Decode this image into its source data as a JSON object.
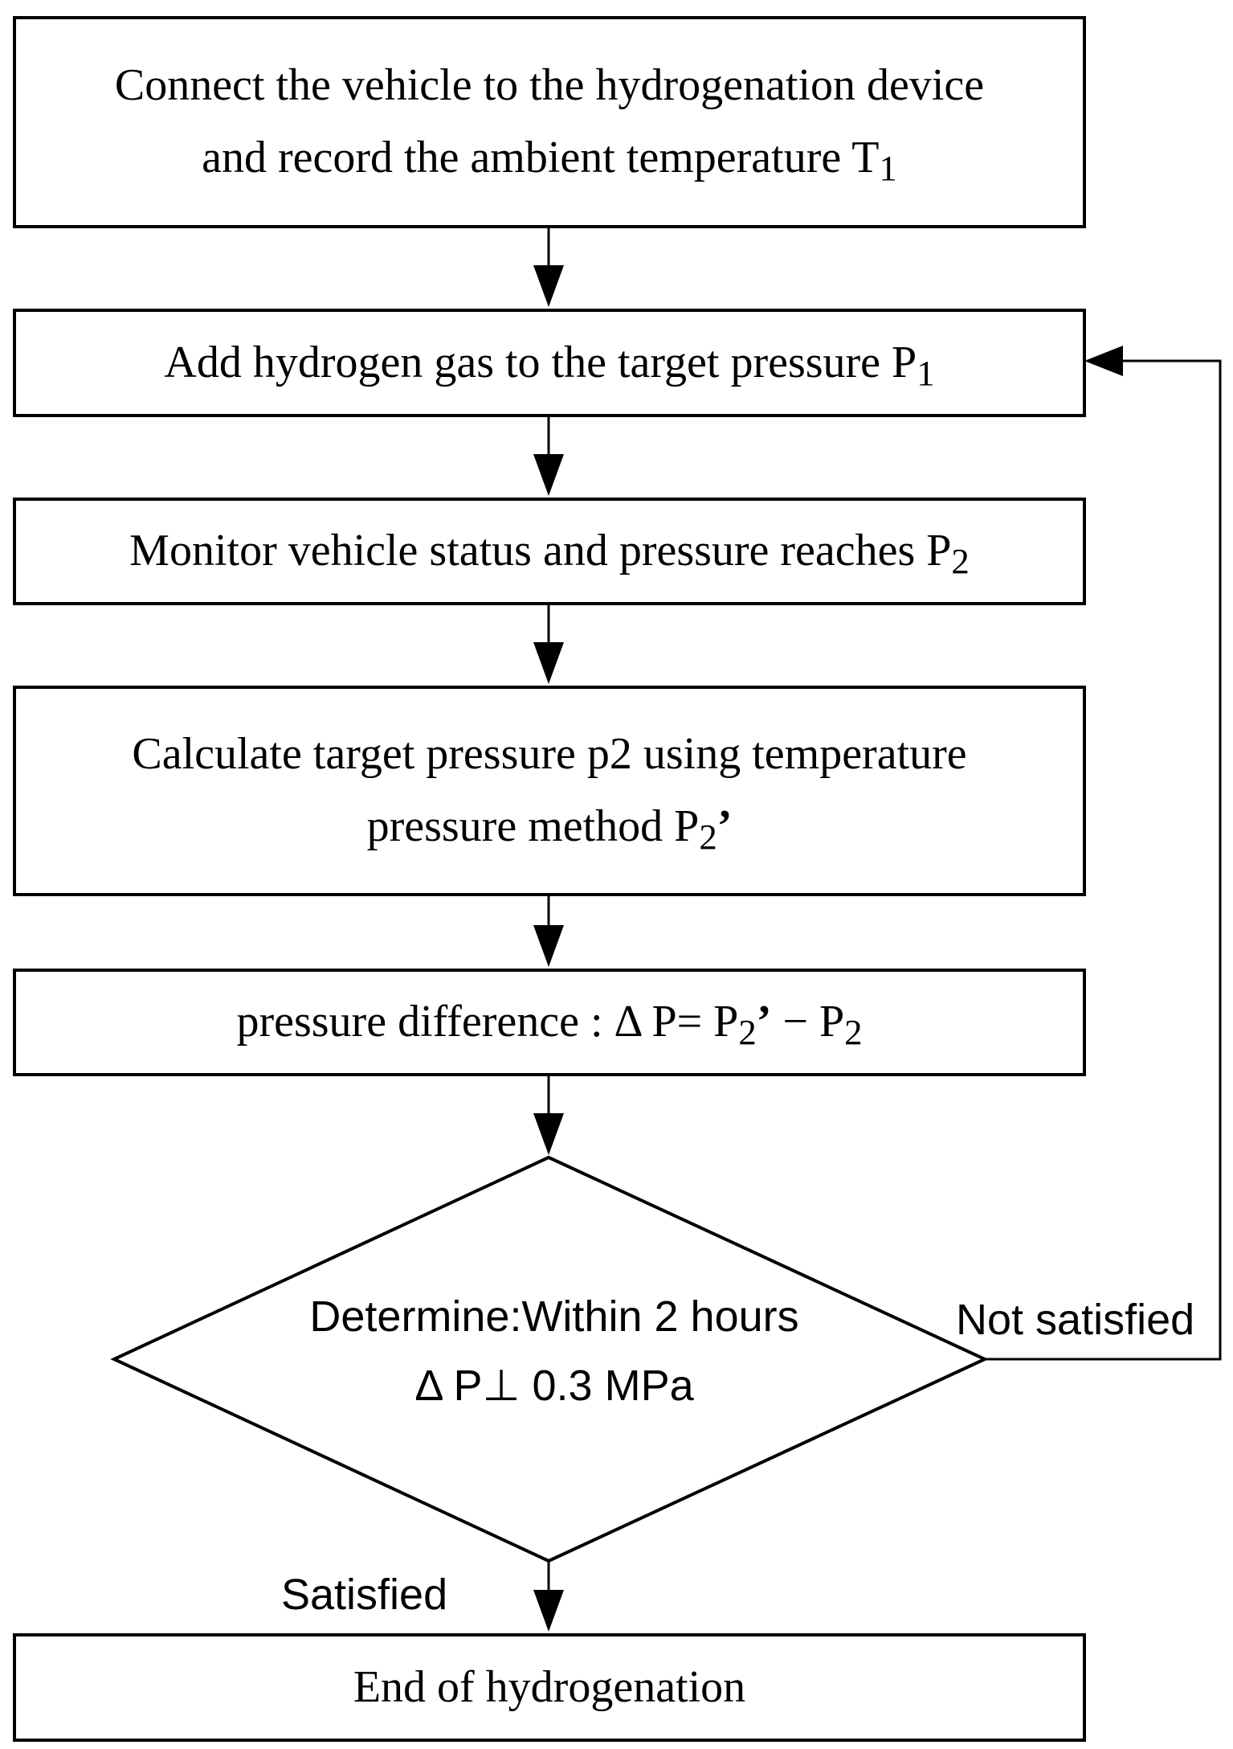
{
  "steps": {
    "connect": {
      "line1": "Connect the vehicle to the hydrogenation device",
      "line2": "and record the ambient temperature T",
      "line2_sub": "1"
    },
    "add_hydrogen": {
      "text": "Add hydrogen gas to the target pressure P",
      "sub": "1"
    },
    "monitor": {
      "text": "Monitor vehicle status and pressure reaches P",
      "sub": "2"
    },
    "calculate": {
      "line1": "Calculate target pressure p2 using temperature",
      "line2": "pressure method P",
      "line2_sub": "2",
      "line2_prime": "’"
    },
    "difference": {
      "prefix": "pressure difference : Δ  P= P",
      "sub_a": "2",
      "prime": "’",
      "minus": " − P",
      "sub_b": "2"
    },
    "decision": {
      "line1": "Determine:Within 2 hours",
      "line2": "Δ P⊥  0.3 MPa"
    },
    "end": {
      "text": "End of hydrogenation"
    }
  },
  "edges": {
    "not_satisfied": "Not satisfied",
    "satisfied": "Satisfied"
  },
  "colors": {
    "stroke": "#000000",
    "background": "#ffffff"
  }
}
